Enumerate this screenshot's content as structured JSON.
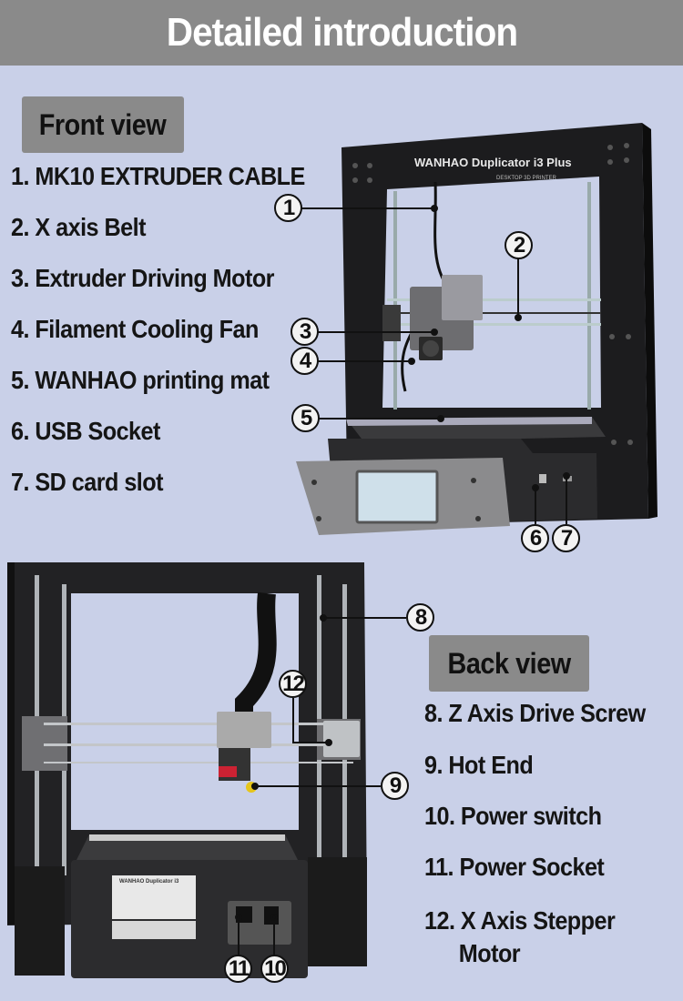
{
  "header": {
    "title": "Detailed introduction"
  },
  "front": {
    "tag": "Front view",
    "items": [
      "1.  MK10 EXTRUDER CABLE",
      "2. X axis Belt",
      "3. Extruder Driving Motor",
      "4. Filament Cooling Fan",
      "5. WANHAO printing mat",
      "6. USB Socket",
      "7. SD card slot"
    ],
    "printer_brand": "WANHAO Duplicator i3 Plus",
    "printer_sub": "DESKTOP 3D PRINTER"
  },
  "back": {
    "tag": "Back view",
    "items": [
      "8. Z Axis Drive Screw",
      "9. Hot End",
      "10. Power switch",
      "11. Power Socket"
    ],
    "item12_line1": "12. X Axis Stepper",
    "item12_line2": "Motor",
    "box_brand": "WANHAO Duplicator i3"
  },
  "callouts": [
    "1",
    "2",
    "3",
    "4",
    "5",
    "6",
    "7",
    "8",
    "9",
    "10",
    "11",
    "12"
  ],
  "colors": {
    "background": "#c9d0e8",
    "banner": "#8a8a8a",
    "frame": "#1c1c1e"
  }
}
